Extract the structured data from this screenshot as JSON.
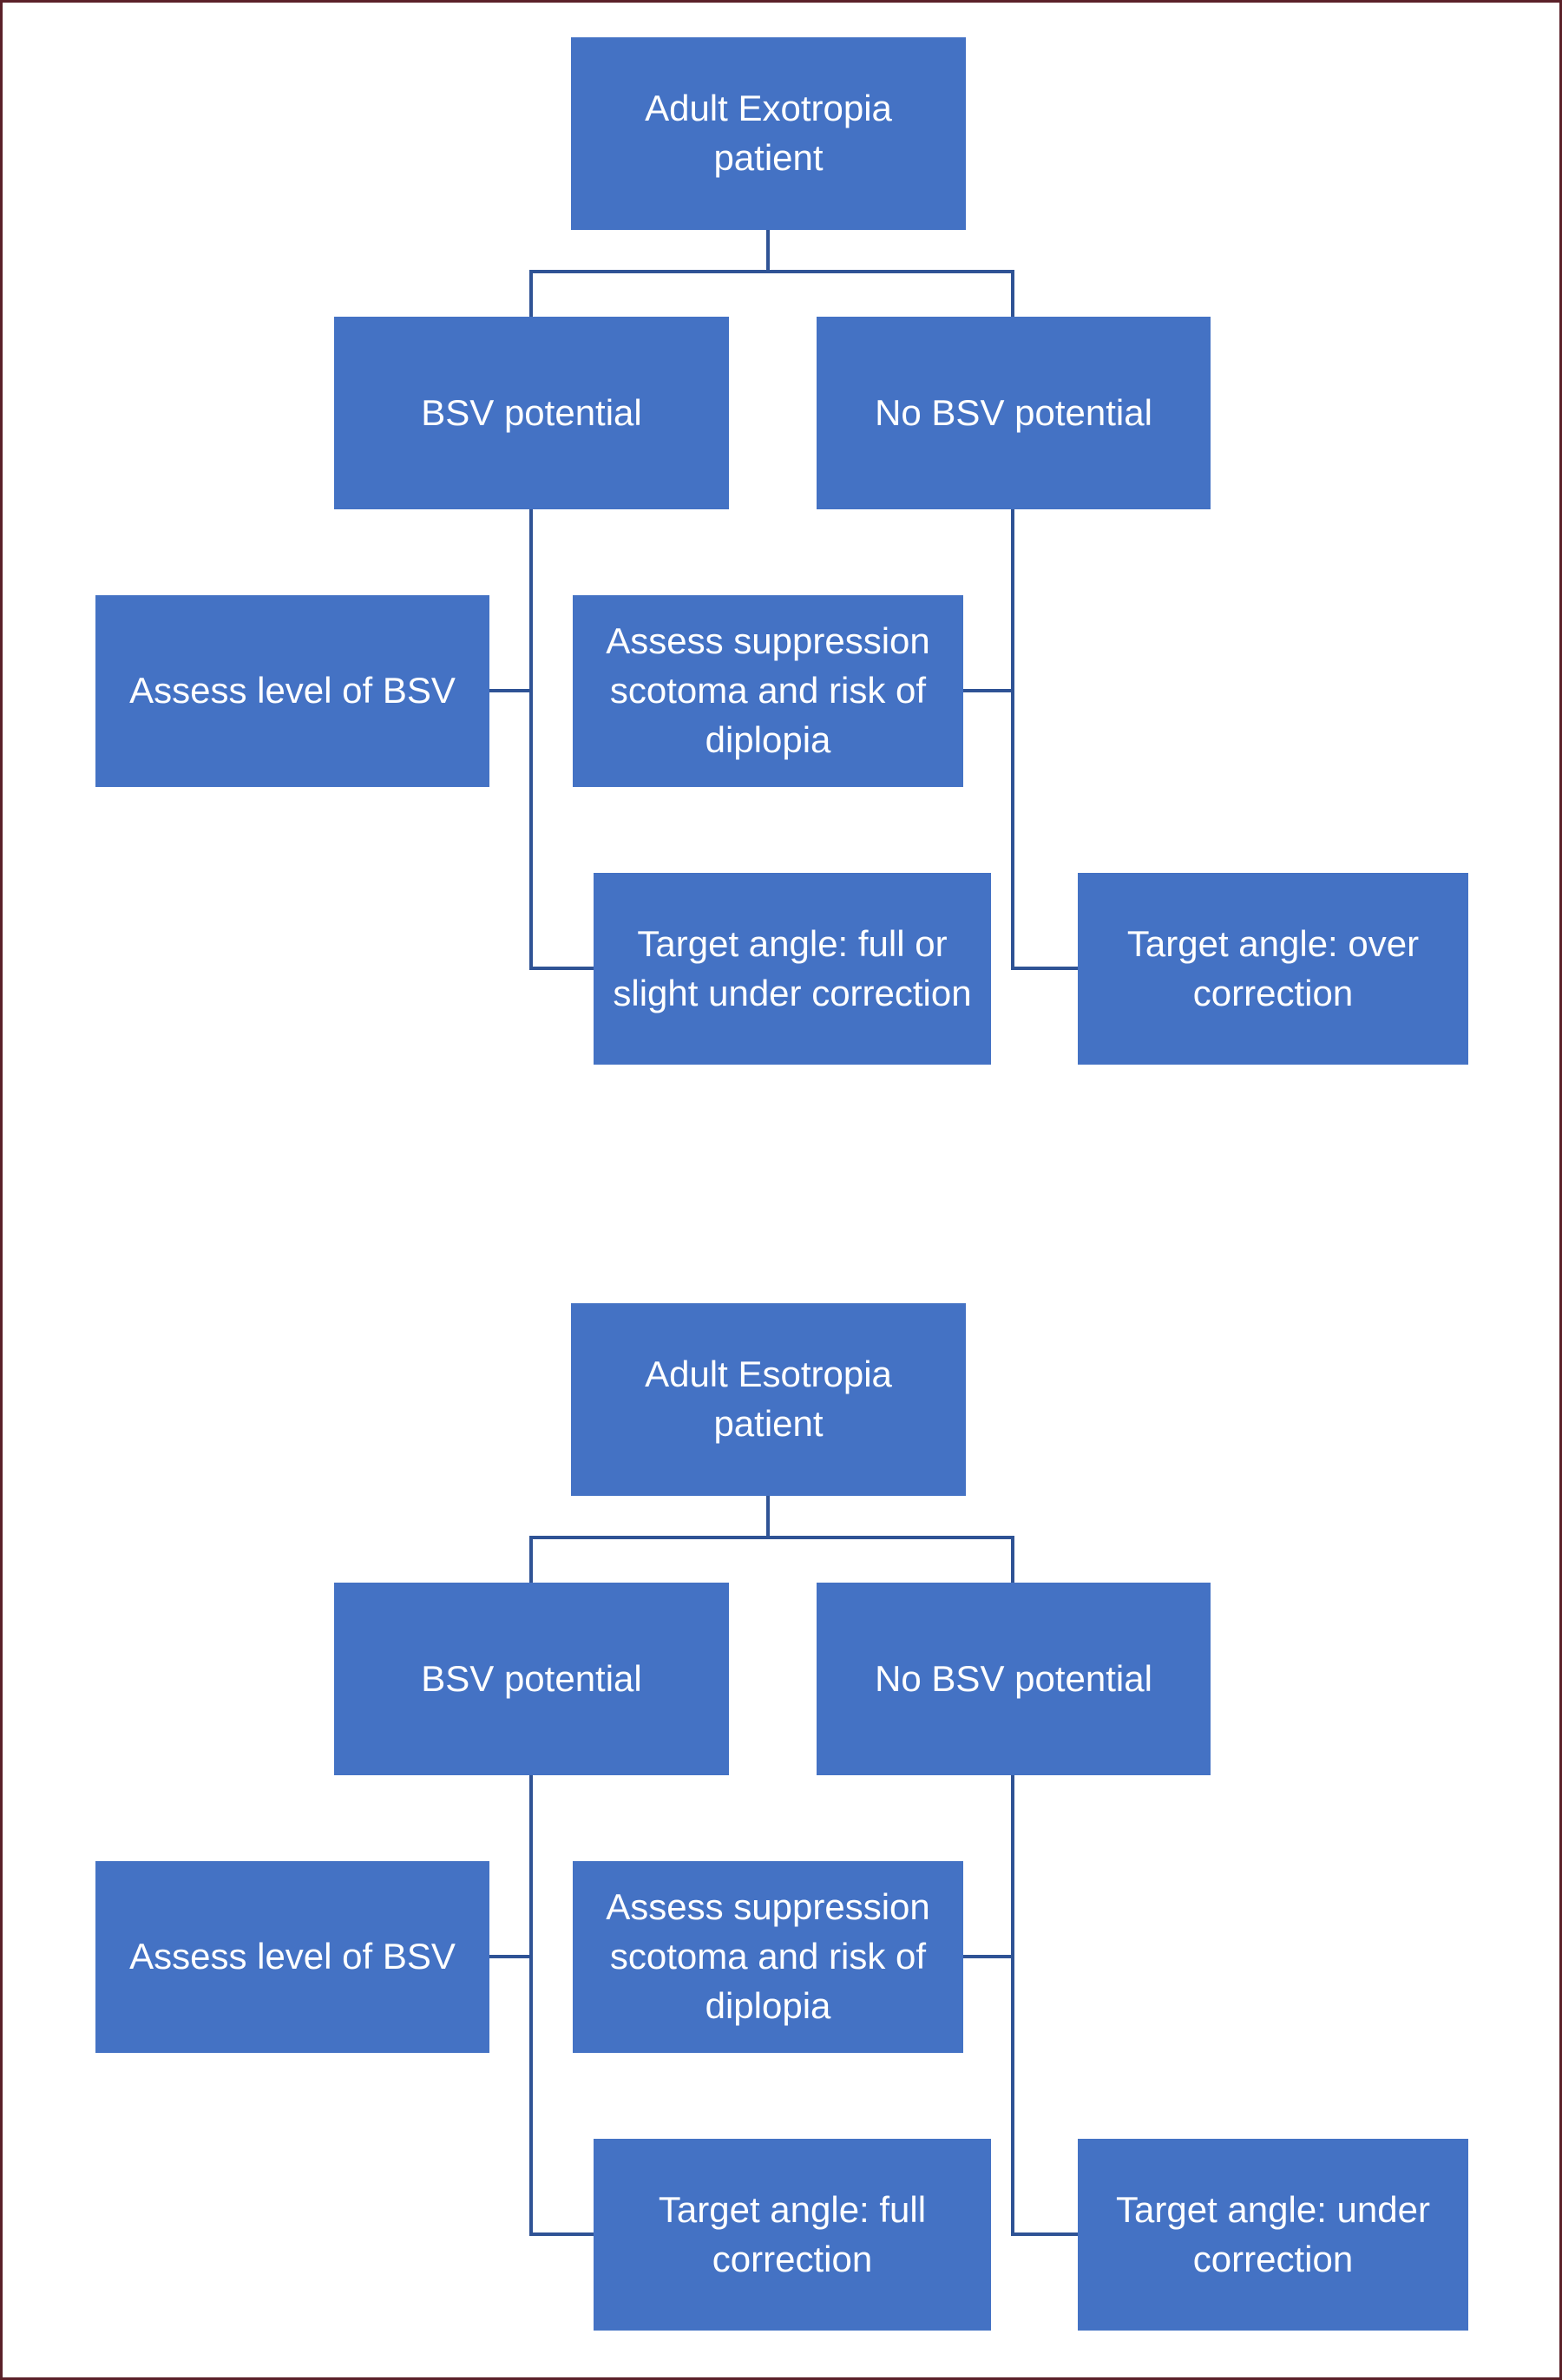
{
  "colors": {
    "box_fill": "#4472C4",
    "box_text": "#ffffff",
    "connector": "#2F5395",
    "frame": "#5B2129",
    "page_bg": "#ffffff"
  },
  "charts": [
    {
      "id": "adult-exotropia",
      "root": "Adult Exotropia patient",
      "branches": [
        "BSV potential",
        "No BSV potential"
      ],
      "assessments": [
        "Assess level of BSV",
        "Assess suppression scotoma and risk of diplopia"
      ],
      "outcomes": [
        "Target angle: full or slight under correction",
        "Target angle: over correction"
      ]
    },
    {
      "id": "adult-esotropia",
      "root": "Adult Esotropia patient",
      "branches": [
        "BSV potential",
        "No BSV potential"
      ],
      "assessments": [
        "Assess level of BSV",
        "Assess suppression scotoma and risk of diplopia"
      ],
      "outcomes": [
        "Target angle: full correction",
        "Target angle: under correction"
      ]
    }
  ]
}
